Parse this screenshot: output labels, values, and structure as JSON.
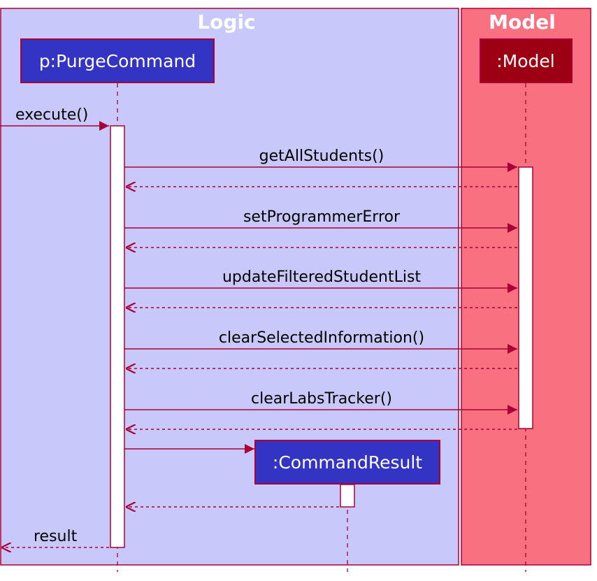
{
  "boxes": {
    "logic": {
      "title": "Logic",
      "color": "#C8C8FA"
    },
    "model": {
      "title": "Model",
      "color": "#F97181"
    }
  },
  "participants": {
    "purge": {
      "label": "p:PurgeCommand",
      "color": "#3333C4"
    },
    "model": {
      "label": ":Model",
      "color": "#9D0012"
    },
    "result": {
      "label": ":CommandResult",
      "color": "#3333C4"
    }
  },
  "messages": {
    "execute": "execute()",
    "get_all_students": "getAllStudents()",
    "set_programmer_error": "setProgrammerError",
    "update_filtered": "updateFilteredStudentList",
    "clear_selected": "clearSelectedInformation()",
    "clear_labs": "clearLabsTracker()",
    "result": "result"
  },
  "colors": {
    "line": "#A80036",
    "activation": "#FFFFFF"
  }
}
